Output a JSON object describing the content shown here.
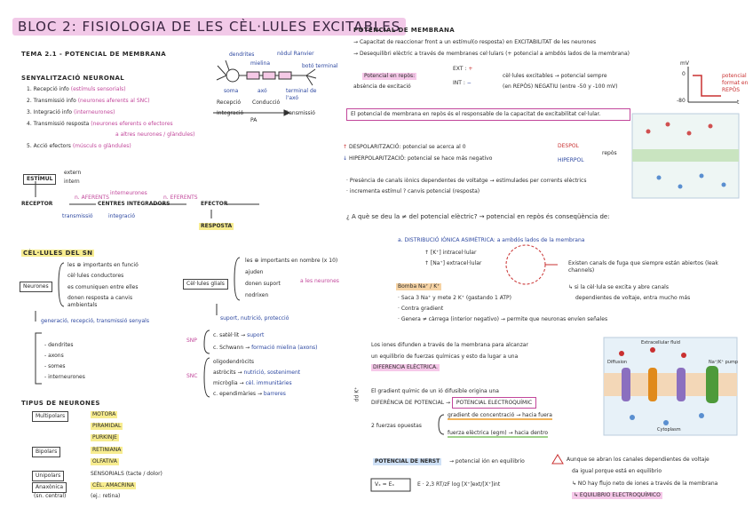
{
  "title": "BLOC 2: FISIOLOGIA DE LES CÈL·LULES EXCITABLES",
  "tema": {
    "title": "TEMA 2.1 - POTENCIAL DE MEMBRANA",
    "senyal_header": "SENYALITZACIÓ NEURONAL",
    "steps": [
      {
        "num": "1.",
        "text": "Recepció info",
        "note": "(estímuls sensorials)"
      },
      {
        "num": "2.",
        "text": "Transmissió info",
        "note": "(neurones aferents al SNC)"
      },
      {
        "num": "3.",
        "text": "Integració info",
        "note": "(interneurones)"
      },
      {
        "num": "4.",
        "text": "Transmissió resposta",
        "note": "(neurones eferents o efectores"
      },
      {
        "num": "",
        "text": "",
        "note": "a altres neurones / glàndules)"
      },
      {
        "num": "5.",
        "text": "Acció efectors",
        "note": "(músculs o glàndules)"
      }
    ],
    "neuron_labels": {
      "dendrites": "dendrites",
      "mielina": "mielina",
      "nodul": "nòdul Ranvier",
      "botons": "botó terminal",
      "soma": "soma",
      "axo": "axó",
      "terminal": "terminal de l'axó",
      "recepcio": "Recepció",
      "conduccio": "Conducció",
      "integracio": "Integració",
      "transmissio": "Transmissió",
      "pa": "PA"
    }
  },
  "flow": {
    "estimul": "ESTÍMUL",
    "extern": "extern",
    "intern": "intern",
    "receptor": "RECEPTOR",
    "n_aferents": "n. AFERENTS",
    "transmissio": "transmissió",
    "interneurones": "interneurones",
    "centres": "CENTRES INTEGRADORS",
    "integracio": "integració",
    "n_eferents": "n. EFERENTS",
    "efector": "EFECTOR",
    "resposta": "RESPOSTA"
  },
  "cells": {
    "header": "CÈL·LULES DEL SN",
    "neurones": "Neurones",
    "neuron_items": [
      "les ⊕ importants en funció",
      "cèl·lules conductores",
      "es comuniquen entre elles",
      "donen resposta a canvis ambientals"
    ],
    "neuron_bottom": "generació, recepció, transmissió senyals",
    "parts": [
      "dendrites",
      "axons",
      "somes",
      "interneurones"
    ],
    "glia": "Cèl·lules glials",
    "glia_items": [
      "les ⊕ importants en nombre (x 10)",
      "ajuden",
      "donen suport",
      "nodrixen"
    ],
    "glia_extra": "a les neurones",
    "glia_bottom": "suport, nutrició, protecció",
    "snp": "SNP",
    "snc": "SNC",
    "snp_items": [
      {
        "name": "c. satèl·lit",
        "fn": "suport"
      },
      {
        "name": "c. Schwann",
        "fn": "formació mielina (axons)"
      }
    ],
    "snc_items": [
      {
        "name": "oligodendròcits",
        "fn": ""
      },
      {
        "name": "astròcits",
        "fn": "nutrició, sosteniment"
      },
      {
        "name": "micròglia",
        "fn": "cèl. immunitàries"
      },
      {
        "name": "c. ependimàries",
        "fn": "barreres"
      }
    ]
  },
  "tipus": {
    "header": "TIPUS DE NEURONES",
    "groups": [
      {
        "name": "Multipolars",
        "items": [
          "MOTORA",
          "PIRAMIDAL",
          "PURKINJE"
        ]
      },
      {
        "name": "Bipolars",
        "items": [
          "RETINIANA",
          "OLFATIVA"
        ]
      },
      {
        "name": "Unipolars",
        "items": [
          "SENSORIALS (tacte / dolor)"
        ]
      },
      {
        "name": "Anaxònica",
        "items": [
          "CÈL. AMACRINA",
          "(sn. central)",
          "(ej.: retina)"
        ]
      }
    ]
  },
  "potencial": {
    "header": "POTENCIAL DE MEMBRANA",
    "line1": "Capacitat de reaccionar front a un estímul(o resposta) en EXCITABILITAT de les neurones",
    "line2": "Desequilibri elèctric a través de membranes cel·lulars (+ potencial a ambdós lados de la membrana)",
    "repos_label": "Potencial en repòs:",
    "repos_sub": "absència de excitació",
    "ext": "EXT :",
    "int": "INT :",
    "cells_note": "cèl·lules excitables → potencial sempre",
    "cells_note2": "(en REPÒS)   NEGATIU (entre -50 y -100 mV)",
    "graph_label": "potencial format en REPÒS",
    "graph_mv": "mV",
    "graph_zero": "0",
    "graph_neg": "-80",
    "graph_t": "t",
    "box_text": "El potencial de membrana en repòs és el responsable de la capacitat de excitabilitat cel·lular.",
    "despol": "DESPOLARITZACIÓ: potencial se acerca al 0",
    "hiperpol": "HIPERPOLARITZACIÓ: potencial se hace más negativo",
    "despol_r": "DESPOL",
    "hiper_r": "HIPERPOL",
    "repos_r": "repòs",
    "presencia": "Presència de canals iònics dependentes de voltatge → estimulades per corrents elèctrics",
    "incrementa": "incrementa estímul   ? canvis potencial (resposta)",
    "pregunta": "¿ A què se deu la ≠ del potencial elèctric? → potencial en repòs és conseqüència de:"
  },
  "distribucio": {
    "header": "a. DISTRIBUCIÓ IÒNICA ASIMÈTRICA: a ambdós lados de la membrana",
    "k": "↑ [K⁺] intracel·lular",
    "na": "↑ [Na⁺] extracel·lular",
    "canals": "Existen canals de fuga que siempre están abiertos (leak channels)",
    "canals2": "↳ si la cèl·lula se excita y abre canals",
    "canals3": "dependientes de voltaje, entra mucho más",
    "bomba": "Bomba Na⁺ / K⁺",
    "bomba_items": [
      "Saca 3 Na⁺ y mete 2 K⁺ (gastando 1 ATP)",
      "Contra gradient",
      "Genera ≠ càrrega (interior negativo) → permite que neuronas envíen señales"
    ]
  },
  "ions": {
    "text1": "Los iones difunden a través de la membrana para alcanzar",
    "text2": "un equilibrio de fuerzas químicas y esto da lugar a una",
    "text3": "DIFERENCIA ELÈCTRICA.",
    "ddk": "dd K⁺",
    "grad1": "El gradient químic de un ió difusible origina una",
    "grad2": "DIFERÈNCIA DE POTENCIAL",
    "grad3": "POTENCIAL ELECTROQUÍMIC",
    "forces": "2 fuerzas opuestas",
    "f1": "gradient de concentració → hacia fuera",
    "f2": "fuerza elèctrica (egm) → hacia dentro",
    "diagram": {
      "top": "Extracellular fluid",
      "bottom": "Cytoplasm",
      "left": "Diffusion",
      "right": "Na⁺/K⁺ pump"
    }
  },
  "nernst": {
    "header": "POTENCIAL DE NERST",
    "desc": "→ potencial ión en equilibrio",
    "formula_lhs": "Vₓ = Eₓ",
    "formula_rhs": "E · 2,3  RT/zF  log [X⁺]ext/[X⁺]int",
    "note1": "Aunque se abran los canales dependientes de voltaje",
    "note2": "da igual porque está en equilibrio",
    "note3": "↳ NO hay flujo neto de iones a través de la membrana",
    "note4": "↳ EQUILIBRIO ELECTROQUÍMICO"
  }
}
